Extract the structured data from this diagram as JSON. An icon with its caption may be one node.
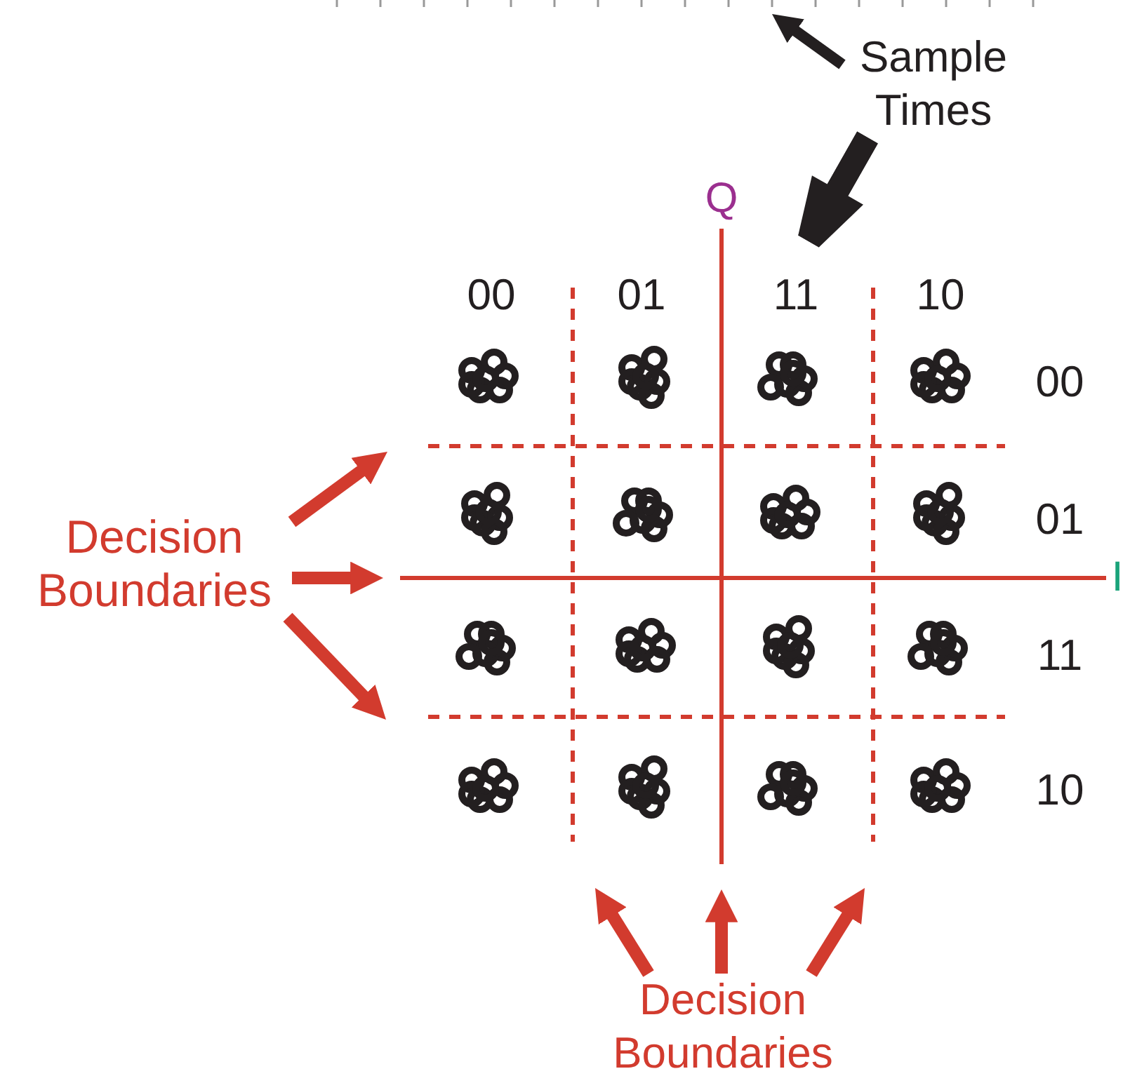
{
  "diagram": {
    "nodes": [
      {
        "text": [
          "Sample Times"
        ]
      },
      {
        "text": [
          "Decision Boundaries"
        ]
      },
      {
        "text": [
          "Decision Boundaries"
        ]
      }
    ],
    "edges": [
      {
        "from": 0,
        "to": null,
        "arrow": "to",
        "color": "#231f20"
      },
      {
        "from": 0,
        "to": null,
        "arrow": "to",
        "style": "thick",
        "color": "#231f20"
      },
      {
        "from": 1,
        "to": null,
        "arrow": "to"
      },
      {
        "from": 1,
        "to": null,
        "arrow": "to"
      },
      {
        "from": 1,
        "to": null,
        "arrow": "to"
      },
      {
        "from": 2,
        "to": null,
        "arrow": "to"
      },
      {
        "from": 2,
        "to": null,
        "arrow": "to"
      },
      {
        "from": 2,
        "to": null,
        "arrow": "to"
      }
    ],
    "labels": [
      "Q",
      "00",
      "01",
      "11",
      "10",
      "00",
      "01",
      "11",
      "10",
      "I"
    ]
  }
}
